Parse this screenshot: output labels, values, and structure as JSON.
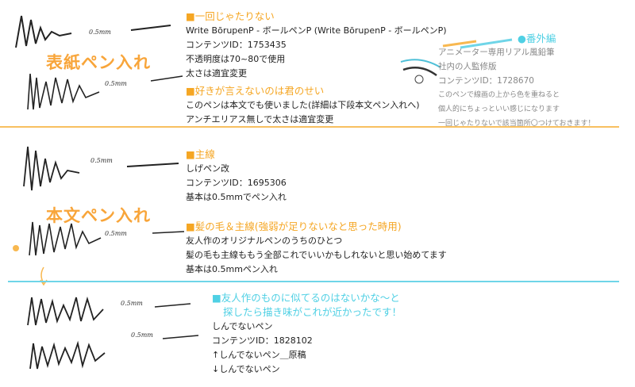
{
  "colors": {
    "orange": "#f5a623",
    "cyan": "#4fd0e4"
  },
  "section1": {
    "title": "表紙ペン入れ",
    "pen1": {
      "heading": "■一回じゃたりない",
      "lines": [
        "Write BōrupenP - ボールペンP (Write BōrupenP - ボールペンP)",
        "コンテンツID：1753435",
        "不透明度は70~80で使用",
        "太さは適宜変更"
      ]
    },
    "pen2": {
      "heading": "■好きが言えないのは君のせい",
      "lines": [
        "このペンは本文でも使いました(詳細は下段本文ペン入れへ)",
        "アンチエリアス無しで太さは適宜変更"
      ]
    },
    "bonus": {
      "heading": "●番外編",
      "lines": [
        "アニメーター専用リアル風鉛筆",
        "社内の人監修版",
        "コンテンツID：1728670",
        "このペンで線画の上から色を重ねると",
        "個人的にちょっといい感じになります",
        "一回じゃたりないで該当箇所〇つけておきます！"
      ]
    }
  },
  "section2": {
    "title": "本文ペン入れ",
    "pen1": {
      "heading": "■主線",
      "lines": [
        "しげペン改",
        "コンテンツID：1695306",
        "基本は0.5mmでペン入れ"
      ]
    },
    "pen2": {
      "heading": "■髪の毛＆主線(強弱が足りないなと思った時用)",
      "lines": [
        "友人作のオリジナルペンのうちのひとつ",
        "髪の毛も主線ももう全部これでいいかもしれないと思い始めてます",
        "基本は0.5mmペン入れ"
      ]
    }
  },
  "section3": {
    "heading1": "■友人作のものに似てるのはないかな～と",
    "heading2": "探したら描き味がこれが近かったです！",
    "lines": [
      "しんでないペン",
      "コンテンツID：1828102",
      "↑しんでないペン＿原稿",
      "↓しんでないペン"
    ]
  },
  "sketch_label": "0.5mm"
}
